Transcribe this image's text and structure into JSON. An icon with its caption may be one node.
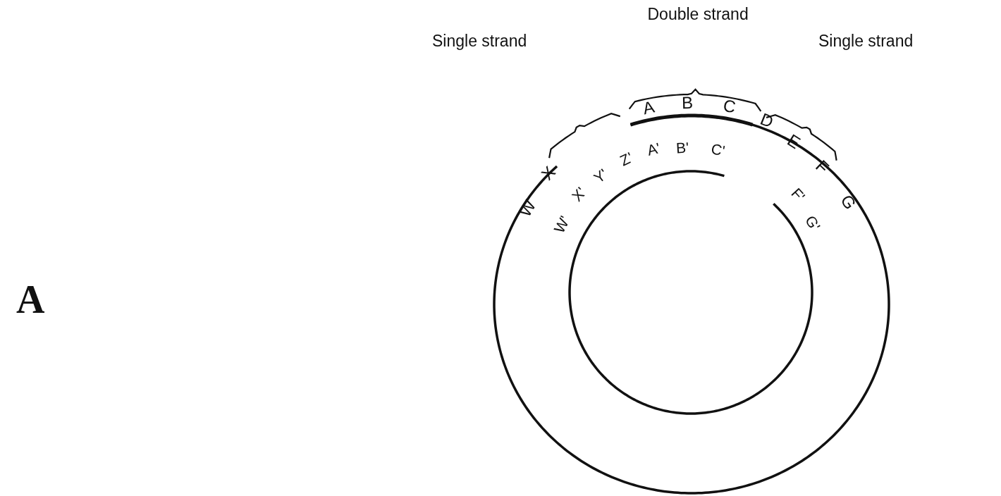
{
  "diagram": {
    "labels": [
      "Double strand",
      "Single strand",
      "Single strand",
      "W",
      "X",
      "A",
      "B",
      "C",
      "D",
      "E",
      "F",
      "G",
      "W'",
      "X'",
      "Y'",
      "Z'",
      "A'",
      "B'",
      "C'",
      "F'",
      "G'",
      "A"
    ]
  }
}
